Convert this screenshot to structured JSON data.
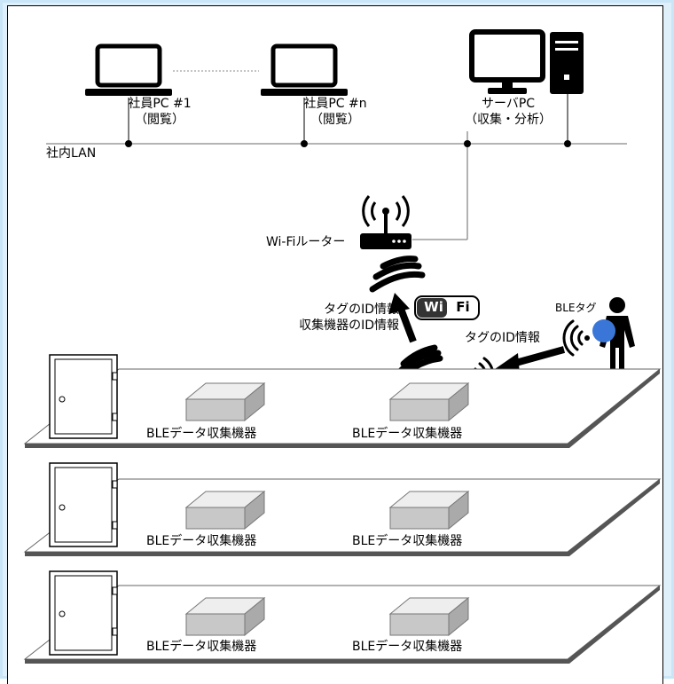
{
  "network": {
    "lan_label": "社内LAN",
    "pc1": {
      "line1": "社員PC #1",
      "line2": "（閲覧）"
    },
    "pcn": {
      "line1": "社員PC #n",
      "line2": "（閲覧）"
    },
    "server": {
      "line1": "サーバPC",
      "line2": "（収集・分析）"
    },
    "router_label": "Wi-Fiルーター"
  },
  "flows": {
    "wifi_info_line1": "タグのID情報",
    "wifi_info_line2": "収集機器のID情報",
    "ble_info": "タグのID情報",
    "ble_tag_label": "BLEタグ",
    "wifi_logo_left": "Wi",
    "wifi_logo_right": "Fi"
  },
  "floors": [
    {
      "devices": [
        "BLEデータ収集機器",
        "BLEデータ収集機器"
      ]
    },
    {
      "devices": [
        "BLEデータ収集機器",
        "BLEデータ収集機器"
      ]
    },
    {
      "devices": [
        "BLEデータ収集機器",
        "BLEデータ収集機器"
      ]
    }
  ],
  "colors": {
    "ble_blue": "#1f5fd6",
    "tag_blue": "#3a76d8",
    "frame_bg": "#dff0fb",
    "device_gray": "#c8c8c8"
  }
}
